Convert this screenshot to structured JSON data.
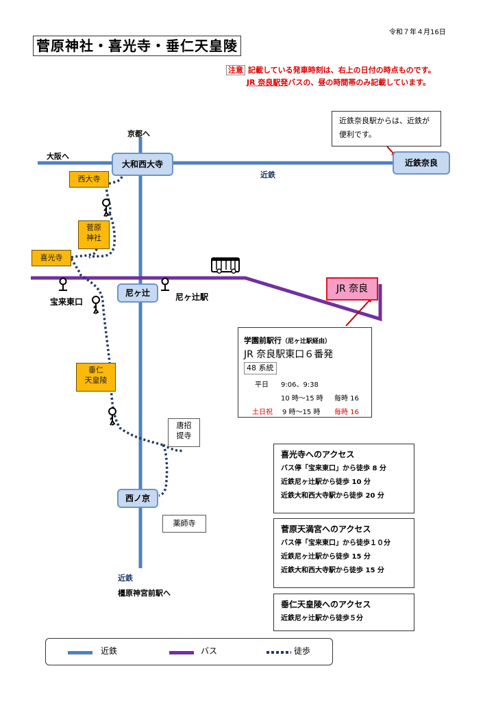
{
  "header": {
    "date": "令和７年４月16日",
    "title": "菅原神社・喜光寺・垂仁天皇陵",
    "notice_tag": "注意",
    "notice_line1": "記載している発車時刻は、右上の日付の時点ものです。",
    "notice_line2_underlined": "JR 奈良駅発",
    "notice_line2_rest": "バスの、昼の時間帯のみ記載しています。"
  },
  "map": {
    "direction_labels": {
      "kyoto": "京都へ",
      "osaka": "大阪へ",
      "kintetsu_h": "近鉄",
      "kintetsu_v": "近鉄",
      "kashihara": "橿原神宮前駅へ"
    },
    "stations": {
      "yamato_saidaiji": "大和西大寺",
      "kintetsu_nara": "近鉄奈良",
      "amagatsuji": "尼ヶ辻",
      "nishinokyo": "西ノ京",
      "jr_nara": "JR 奈良"
    },
    "poi_highlight": {
      "saidaiji": "西大寺",
      "sugawara_1": "菅原",
      "sugawara_2": "神社",
      "kikoji": "喜光寺",
      "suinin_1": "垂仁",
      "suinin_2": "天皇陵"
    },
    "poi_other": {
      "toshodaiji_1": "唐招",
      "toshodaiji_2": "提寺",
      "yakushiji": "薬師寺"
    },
    "bus_stops": {
      "horai_higashiguchi": "宝来東口",
      "amagatsuji_eki": "尼ヶ辻駅"
    },
    "callout_kintetsu_nara": [
      "近鉄奈良駅からは、近鉄が",
      "便利です。"
    ]
  },
  "timetable": {
    "destination": "学園前駅行",
    "via": "（尼ヶ辻駅経由）",
    "departure": "JR 奈良駅東口６番発",
    "route": "48 系統",
    "weekday_label": "平日",
    "weekday_times": "9:06、9:38",
    "weekday_range": "10 時～15 時",
    "weekday_freq": "毎時 16",
    "holiday_label": "土日祝",
    "holiday_range": "9 時～15 時",
    "holiday_freq": "毎時 16"
  },
  "access": [
    {
      "heading": "喜光寺へのアクセス",
      "rows": [
        "バス停「宝来東口」から徒歩 8 分",
        "近鉄尼ヶ辻駅から徒歩 10 分",
        "近鉄大和西大寺駅から徒歩 20 分"
      ]
    },
    {
      "heading": "菅原天満宮へのアクセス",
      "rows": [
        "バス停「宝来東口」から徒歩１０分",
        "近鉄尼ヶ辻駅から徒歩 15 分",
        "近鉄大和西大寺駅から徒歩 15 分"
      ]
    },
    {
      "heading": "垂仁天皇陵へのアクセス",
      "rows": [
        "近鉄尼ヶ辻駅から徒歩５分"
      ]
    }
  ],
  "legend": [
    {
      "label": "近鉄",
      "color": "#4f81bd",
      "style": "solid"
    },
    {
      "label": "バス",
      "color": "#7030a0",
      "style": "solid"
    },
    {
      "label": "徒歩",
      "color": "#1f3864",
      "style": "dotted"
    }
  ],
  "colors": {
    "kintetsu_line": "#4f81bd",
    "bus_line": "#7030a0",
    "walk_path": "#1f3864",
    "highlight_poi": "#fdb90a",
    "station_fill": "#c6d9f1",
    "jr_nara_fill": "#f59fc6",
    "alert_red": "#e00000"
  }
}
